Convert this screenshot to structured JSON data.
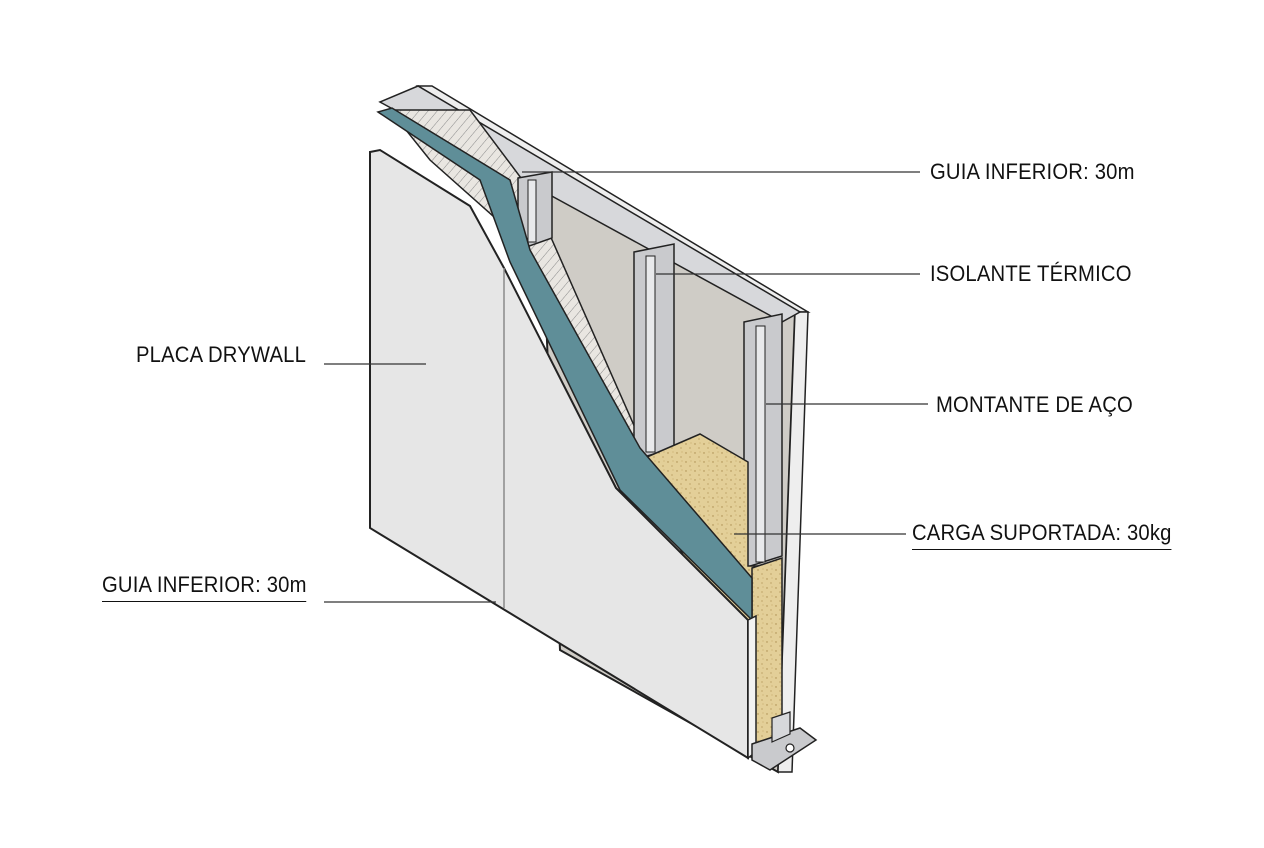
{
  "labels": {
    "top_right": "GUIA INFERIOR: 30m",
    "insulation": "ISOLANTE TÉRMICO",
    "steel_stud": "MONTANTE DE AÇO",
    "load": "CARGA SUPORTADA: 30kg",
    "drywall": "PLACA DRYWALL",
    "bottom_left": "GUIA INFERIOR: 30m"
  },
  "colors": {
    "drywall_face": "#e6e6e6",
    "drywall_edge": "#f2f2f2",
    "membrane": "#5f8e98",
    "insulation": "#d9d5cf",
    "back_panel": "#cfccc6",
    "steel": "#c9cacd",
    "osb": "#e3cf98",
    "outline": "#222222"
  }
}
